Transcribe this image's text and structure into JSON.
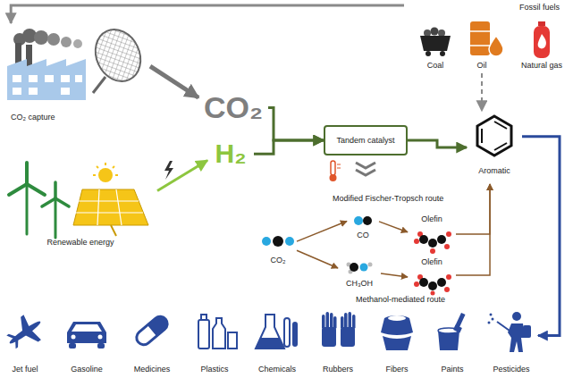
{
  "diagram": {
    "nodes": [
      {
        "text": [
          "CO₂ capture"
        ]
      },
      {
        "text": [
          "Fossil fuels"
        ]
      },
      {
        "text": [
          "Coal"
        ],
        "in": 1
      },
      {
        "text": [
          "Oil"
        ],
        "in": 1
      },
      {
        "text": [
          "Natural gas"
        ],
        "in": 1
      },
      {
        "text": [
          "CO₂"
        ]
      },
      {
        "text": [
          "H₂"
        ]
      },
      {
        "text": [
          "Renewable energy"
        ]
      },
      {
        "text": [
          "Tandem catalyst"
        ]
      },
      {
        "text": [
          "Aromatic"
        ]
      },
      {
        "text": [
          "CO₂"
        ]
      },
      {
        "text": [
          "CO"
        ]
      },
      {
        "text": [
          "CH₃OH"
        ]
      },
      {
        "text": [
          "Olefin"
        ]
      },
      {
        "text": [
          "Olefin"
        ]
      },
      {
        "text": [
          "Jet fuel"
        ]
      },
      {
        "text": [
          "Gasoline"
        ]
      },
      {
        "text": [
          "Medicines"
        ]
      },
      {
        "text": [
          "Plastics"
        ]
      },
      {
        "text": [
          "Chemicals"
        ]
      },
      {
        "text": [
          "Rubbers"
        ]
      },
      {
        "text": [
          "Fibers"
        ]
      },
      {
        "text": [
          "Paints"
        ]
      },
      {
        "text": [
          "Pesticides"
        ]
      }
    ],
    "edges": [
      {
        "from": 1,
        "to": 0,
        "arrow": "to"
      },
      {
        "from": 0,
        "to": 5,
        "arrow": "to"
      },
      {
        "from": 7,
        "to": 6,
        "arrow": "to"
      },
      {
        "from": 5,
        "to": 8,
        "arrow": "to"
      },
      {
        "from": 6,
        "to": 8,
        "arrow": "to"
      },
      {
        "from": 8,
        "to": 9,
        "arrow": "to"
      },
      {
        "from": 3,
        "to": 9,
        "arrow": "to"
      },
      {
        "from": 9,
        "to": 23,
        "arrow": "to"
      },
      {
        "from": 10,
        "to": 11,
        "arrow": "to"
      },
      {
        "from": 10,
        "to": 12,
        "arrow": "to"
      },
      {
        "from": 11,
        "to": 13,
        "arrow": "to"
      },
      {
        "from": 12,
        "to": 14,
        "arrow": "to"
      },
      {
        "from": 13,
        "to": 9,
        "arrow": "to"
      },
      {
        "from": 14,
        "to": 9,
        "arrow": "to"
      }
    ],
    "labels": [
      "Modified Fischer-Tropsch route",
      "Methanol-mediated route"
    ]
  }
}
